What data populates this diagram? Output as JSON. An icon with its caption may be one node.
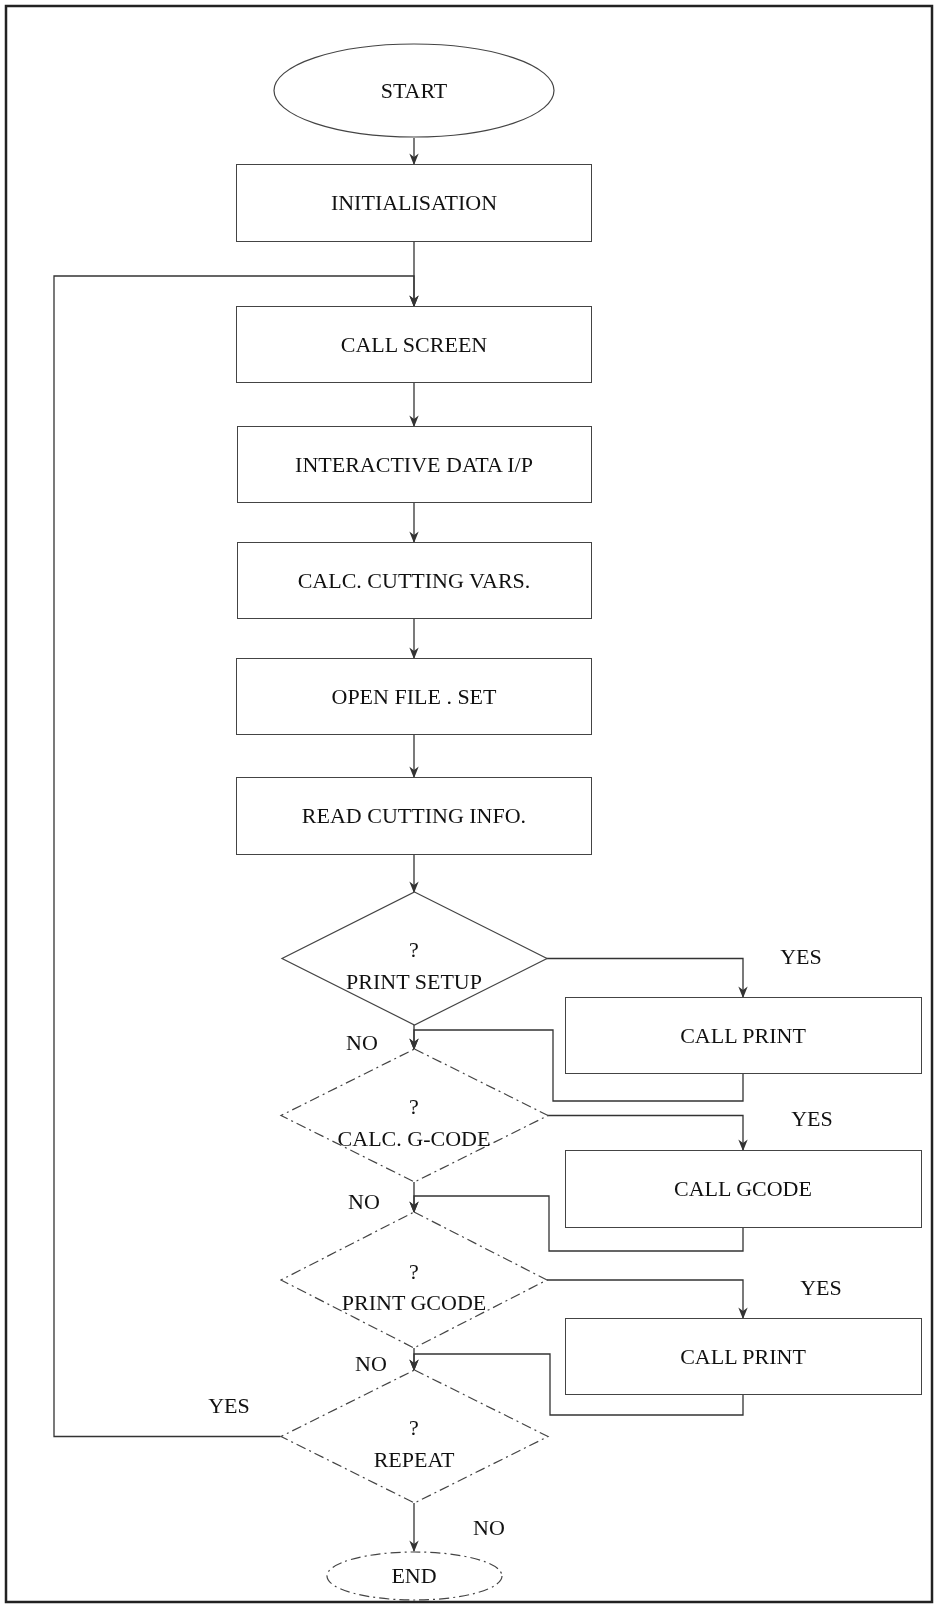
{
  "diagram": {
    "nodes": [
      {
        "text": [
          "START"
        ]
      },
      {
        "text": [
          "INITIALISATION"
        ]
      },
      {
        "text": [
          "CALL SCREEN"
        ]
      },
      {
        "text": [
          "INTERACTIVE DATA I/P"
        ]
      },
      {
        "text": [
          "CALC. CUTTING VARS."
        ]
      },
      {
        "text": [
          "OPEN FILE . SET"
        ]
      },
      {
        "text": [
          "READ CUTTING INFO."
        ]
      },
      {
        "text": [
          "?",
          "PRINT SETUP"
        ]
      },
      {
        "text": [
          "CALL PRINT"
        ]
      },
      {
        "text": [
          "?",
          "CALC. G-CODE"
        ]
      },
      {
        "text": [
          "CALL GCODE"
        ]
      },
      {
        "text": [
          "?",
          "PRINT GCODE"
        ]
      },
      {
        "text": [
          "CALL PRINT"
        ]
      },
      {
        "text": [
          "?",
          "REPEAT"
        ]
      },
      {
        "text": [
          "END"
        ]
      }
    ],
    "edges": [
      {
        "from": 0,
        "to": 1,
        "arrow": "to"
      },
      {
        "from": 1,
        "to": 2,
        "arrow": "to"
      },
      {
        "from": 2,
        "to": 3,
        "arrow": "to"
      },
      {
        "from": 3,
        "to": 4,
        "arrow": "to"
      },
      {
        "from": 4,
        "to": 5,
        "arrow": "to"
      },
      {
        "from": 5,
        "to": 6,
        "arrow": "to"
      },
      {
        "from": 6,
        "to": 7,
        "arrow": "to"
      },
      {
        "from": 7,
        "to": 8,
        "arrow": "to",
        "label": "YES"
      },
      {
        "from": 7,
        "to": 9,
        "arrow": "to",
        "label": "NO"
      },
      {
        "from": 8,
        "to": 9,
        "arrow": "to"
      },
      {
        "from": 9,
        "to": 10,
        "arrow": "to",
        "label": "YES"
      },
      {
        "from": 9,
        "to": 11,
        "arrow": "to",
        "label": "NO"
      },
      {
        "from": 10,
        "to": 11,
        "arrow": "to"
      },
      {
        "from": 11,
        "to": 12,
        "arrow": "to",
        "label": "YES"
      },
      {
        "from": 11,
        "to": 13,
        "arrow": "to",
        "label": "NO"
      },
      {
        "from": 12,
        "to": 13,
        "arrow": "to"
      },
      {
        "from": 13,
        "to": 2,
        "arrow": "to",
        "label": "YES"
      },
      {
        "from": 13,
        "to": 14,
        "arrow": "to",
        "label": "NO"
      }
    ]
  }
}
